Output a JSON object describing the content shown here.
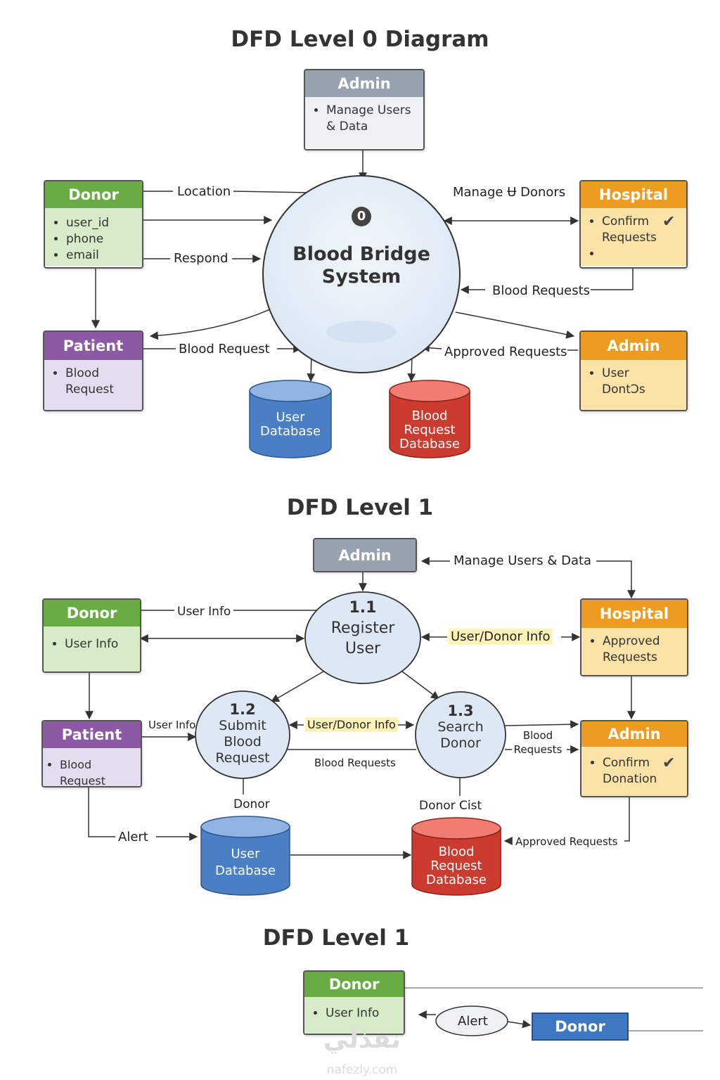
{
  "level0": {
    "title": "DFD Level 0 Diagram",
    "admin_top": {
      "title": "Admin",
      "items": [
        "Manage Users",
        "& Data"
      ]
    },
    "donor": {
      "title": "Donor",
      "items": [
        "user_id",
        "phone",
        "email"
      ]
    },
    "hospital": {
      "title": "Hospital",
      "items": [
        "Confirm",
        "Requests",
        ""
      ]
    },
    "patient": {
      "title": "Patient",
      "items": [
        "Blood",
        "Request"
      ]
    },
    "admin_right": {
      "title": "Admin",
      "items": [
        "User",
        "DontↃs"
      ]
    },
    "process": {
      "number": "0",
      "name_line1": "Blood Bridge",
      "name_line2": "System"
    },
    "flows": {
      "location": "Location",
      "respond": "Respond",
      "manage_donors": "Manage Ʉ Donors",
      "blood_requests": "Blood Requests",
      "blood_request": "Blood Request",
      "approved_requests": "Approved Requests"
    },
    "stores": {
      "user_db": [
        "User",
        "Database"
      ],
      "blood_db": [
        "Blood",
        "Request",
        "Database"
      ]
    }
  },
  "level1": {
    "title": "DFD Level 1",
    "admin_top": {
      "title": "Admin"
    },
    "donor": {
      "title": "Donor",
      "items": [
        "User Info"
      ]
    },
    "hospital": {
      "title": "Hospital",
      "items": [
        "Approved",
        "Requests"
      ]
    },
    "patient": {
      "title": "Patient",
      "items": [
        "Blood Request"
      ]
    },
    "admin_right": {
      "title": "Admin",
      "items": [
        "Confirm",
        "Donation"
      ]
    },
    "p11": {
      "number": "1.1",
      "line1": "Register",
      "line2": "User"
    },
    "p12": {
      "number": "1.2",
      "line1": "Submit",
      "line2": "Blood",
      "line3": "Request"
    },
    "p13": {
      "number": "1.3",
      "line1": "Search",
      "line2": "Donor"
    },
    "flows": {
      "manage_users_data": "Manage Users & Data",
      "user_info_top": "User Info",
      "user_donor_info_1": "User/Donor  Info",
      "user_info_patient": "User Info",
      "user_donor_info_2": "User/Donor  Info",
      "blood_requests_mid": "Blood Requests",
      "blood_requests_right_1": "Blood",
      "blood_requests_right_2": "Requests",
      "donor": "Donor",
      "donor_list": "Donor  Cist",
      "alert": "Alert",
      "approved_requests": "Approved Requests"
    },
    "stores": {
      "user_db": [
        "User",
        "Database"
      ],
      "blood_db": [
        "Blood",
        "Request",
        "Database"
      ]
    }
  },
  "level1b": {
    "title": "DFD Level 1",
    "donor": {
      "title": "Donor",
      "items": [
        "User Info"
      ]
    },
    "alert": "Alert",
    "donor_box": "Donor"
  },
  "watermark": {
    "arabic": "نفذلي",
    "latin": "nafezly.com"
  },
  "colors": {
    "green": "#6aac44",
    "purple": "#8c5aa5",
    "orange": "#ee9b22",
    "gray": "#98a2ae",
    "blue_db": "#4a7fc4",
    "red_db": "#cc3b30"
  }
}
